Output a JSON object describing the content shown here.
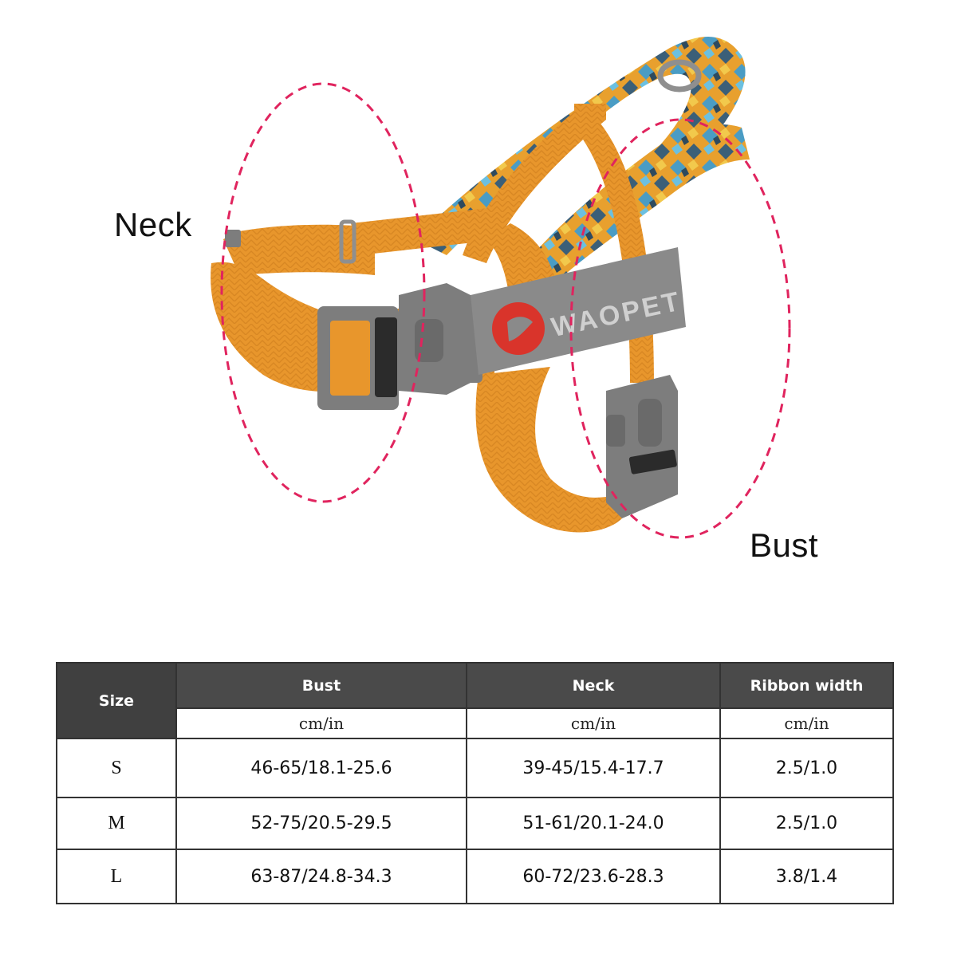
{
  "labels": {
    "neck": "Neck",
    "bust": "Bust"
  },
  "brand": {
    "name": "WAOPET",
    "buckle_mark": "WAOPET"
  },
  "colors": {
    "strap_orange": "#e8962c",
    "strap_shadow": "#c97a1c",
    "buckle_grey": "#7d7d7d",
    "patch_grey": "#8a8a8a",
    "logo_red": "#d9342b",
    "callout_pink": "#e0245e",
    "table_header": "#4a4a4a"
  },
  "table": {
    "headers": {
      "size": "Size",
      "bust": "Bust",
      "neck": "Neck",
      "ribbon": "Ribbon width"
    },
    "units": {
      "bust": "cm/in",
      "neck": "cm/in",
      "ribbon": "cm/in"
    },
    "rows": [
      {
        "size": "S",
        "bust": "46-65/18.1-25.6",
        "neck": "39-45/15.4-17.7",
        "ribbon": "2.5/1.0"
      },
      {
        "size": "M",
        "bust": "52-75/20.5-29.5",
        "neck": "51-61/20.1-24.0",
        "ribbon": "2.5/1.0"
      },
      {
        "size": "L",
        "bust": "63-87/24.8-34.3",
        "neck": "60-72/23.6-28.3",
        "ribbon": "3.8/1.4"
      }
    ]
  }
}
